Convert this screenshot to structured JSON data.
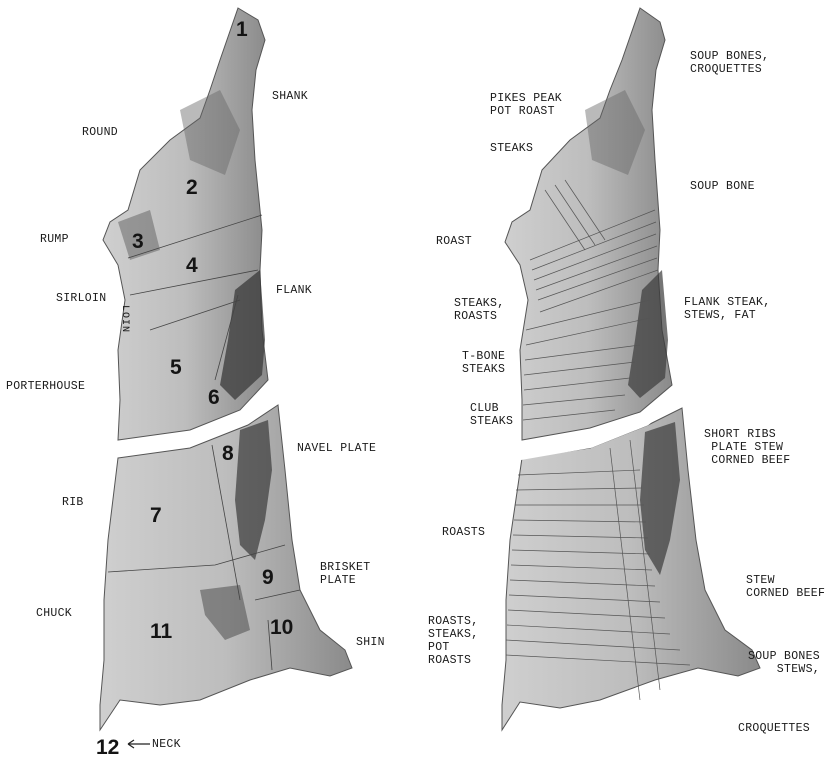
{
  "left_panel": {
    "labels": {
      "shank": "SHANK",
      "round": "ROUND",
      "rump": "RUMP",
      "sirloin": "SIRLOIN",
      "loin": "LOIN",
      "flank": "FLANK",
      "porterhouse": "PORTERHOUSE",
      "navel_plate": "NAVEL PLATE",
      "rib": "RIB",
      "brisket_plate": "BRISKET\nPLATE",
      "chuck": "CHUCK",
      "shin": "SHIN",
      "neck": "NECK"
    },
    "numbers": [
      "1",
      "2",
      "3",
      "4",
      "5",
      "6",
      "7",
      "8",
      "9",
      "10",
      "11",
      "12"
    ]
  },
  "right_panel": {
    "labels": {
      "soup_bones_croquettes": "SOUP BONES,\nCROQUETTES",
      "pikes_peak": "PIKES PEAK\nPOT ROAST",
      "steaks": "STEAKS",
      "soup_bone": "SOUP BONE",
      "roast": "ROAST",
      "steaks_roasts": "STEAKS,\nROASTS",
      "flank_steak": "FLANK STEAK,\nSTEWS, FAT",
      "t_bone": "T-BONE\nSTEAKS",
      "club_steaks": "CLUB\nSTEAKS",
      "short_ribs": "SHORT RIBS\n PLATE STEW\n CORNED BEEF",
      "roasts": "ROASTS",
      "stew_corned_beef": "STEW\nCORNED BEEF",
      "roasts_steaks_pot": "ROASTS,\nSTEAKS,\nPOT\nROASTS",
      "soup_bones_stews": "SOUP BONES\n    STEWS,",
      "croquettes": "CROQUETTES"
    }
  }
}
